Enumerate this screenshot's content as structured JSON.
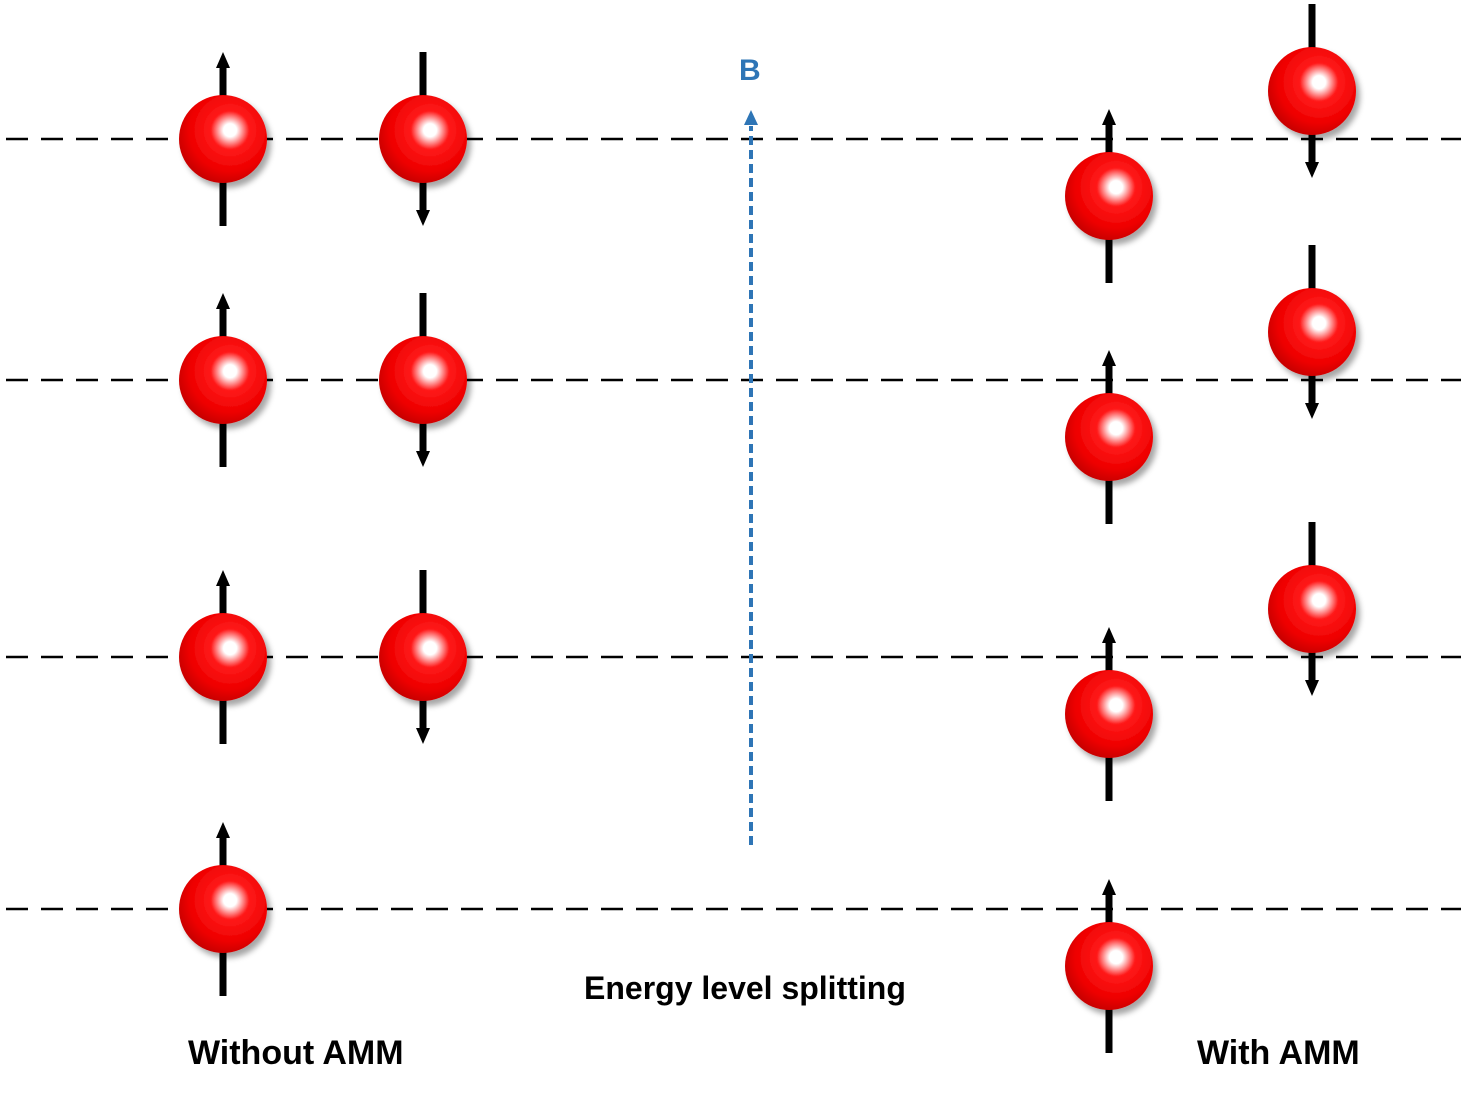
{
  "labels": {
    "without": "Without AMM",
    "with": "With AMM",
    "caption": "Energy level splitting",
    "field": "B"
  },
  "colors": {
    "particle": "#ff0000",
    "field_arrow": "#2e75b6",
    "spin_arrow": "#000000",
    "level_line": "#000000"
  },
  "levels": [
    {
      "name": "level-1",
      "without_amm": [
        "up"
      ],
      "with_amm": [
        "up"
      ]
    },
    {
      "name": "level-2",
      "without_amm": [
        "up",
        "down"
      ],
      "with_amm": [
        "up",
        "down"
      ]
    },
    {
      "name": "level-3",
      "without_amm": [
        "up",
        "down"
      ],
      "with_amm": [
        "up",
        "down"
      ]
    },
    {
      "name": "level-4",
      "without_amm": [
        "up",
        "down"
      ],
      "with_amm": [
        "up",
        "down"
      ]
    }
  ]
}
